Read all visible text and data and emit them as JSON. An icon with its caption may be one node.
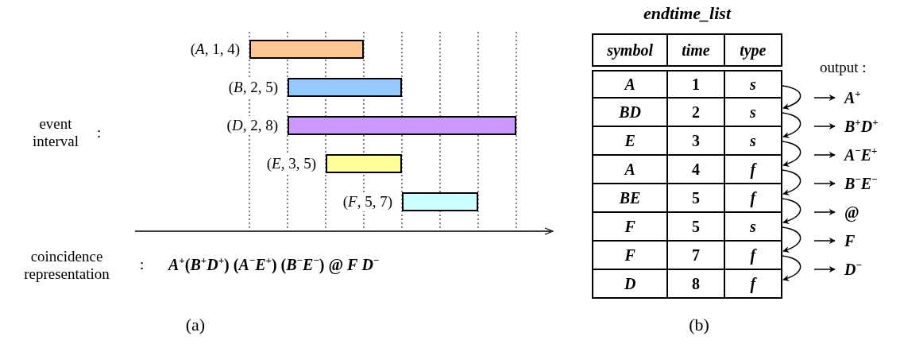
{
  "diagram": {
    "nodes": [
      {
        "text": [],
        "shape": "bar",
        "beside": [
          "(*A*, 1, 4)"
        ]
      },
      {
        "text": [],
        "shape": "bar",
        "beside": [
          "(*B*, 2, 5)"
        ]
      },
      {
        "text": [],
        "shape": "bar",
        "beside": [
          "(*D*, 2, 8)"
        ]
      },
      {
        "text": [],
        "shape": "bar",
        "beside": [
          "(*E*, 3, 5)"
        ]
      },
      {
        "text": [],
        "shape": "bar",
        "beside": [
          "(*F*, 5, 7)"
        ]
      },
      {
        "text": [
          "symbol",
          "time",
          "type"
        ]
      },
      {
        "text": [
          "A",
          "1",
          "s"
        ]
      },
      {
        "text": [
          "BD",
          "2",
          "s"
        ]
      },
      {
        "text": [
          "E",
          "3",
          "s"
        ]
      },
      {
        "text": [
          "A",
          "4",
          "f"
        ]
      },
      {
        "text": [
          "BE",
          "5",
          "f"
        ]
      },
      {
        "text": [
          "F",
          "5",
          "s"
        ]
      },
      {
        "text": [
          "F",
          "7",
          "f"
        ]
      },
      {
        "text": [
          "D",
          "8",
          "f"
        ]
      },
      {
        "text": [
          "*A*$^{+}$"
        ]
      },
      {
        "text": [
          "*B*$^{+}$*D*$^{+}$"
        ]
      },
      {
        "text": [
          "*A*$^{−}$*E*$^{+}$"
        ]
      },
      {
        "text": [
          "*B*$^{−}$*E*$^{−}$"
        ]
      },
      {
        "text": [
          "@"
        ]
      },
      {
        "text": [
          "*F*"
        ]
      },
      {
        "text": [
          "*D*$^{−}$"
        ]
      }
    ],
    "edges": [
      {
        "from": 6,
        "to": 7,
        "arrow": "to"
      },
      {
        "from": 7,
        "to": 8,
        "arrow": "to"
      },
      {
        "from": 8,
        "to": 9,
        "arrow": "to"
      },
      {
        "from": 9,
        "to": 10,
        "arrow": "to"
      },
      {
        "from": 10,
        "to": 11,
        "arrow": "to"
      },
      {
        "from": 11,
        "to": 12,
        "arrow": "to"
      },
      {
        "from": 12,
        "to": 13,
        "arrow": "to"
      },
      {
        "from": null,
        "to": 14,
        "arrow": "to"
      },
      {
        "from": null,
        "to": 15,
        "arrow": "to"
      },
      {
        "from": null,
        "to": 16,
        "arrow": "to"
      },
      {
        "from": null,
        "to": 17,
        "arrow": "to"
      },
      {
        "from": null,
        "to": 18,
        "arrow": "to"
      },
      {
        "from": null,
        "to": 19,
        "arrow": "to"
      },
      {
        "from": null,
        "to": 20,
        "arrow": "to"
      }
    ],
    "labels": [
      "endtime_list",
      "event interval",
      ":",
      "output :",
      "coincidence representation",
      ":",
      "*A*$^{+}$(*B*$^{+}$*D*$^{+}$) (*A*$^{−}$*E*$^{+}$) (*B*$^{−}$*E*$^{−}$) @ *F* *D*$^{−}$",
      "(a)",
      "(b)"
    ]
  }
}
